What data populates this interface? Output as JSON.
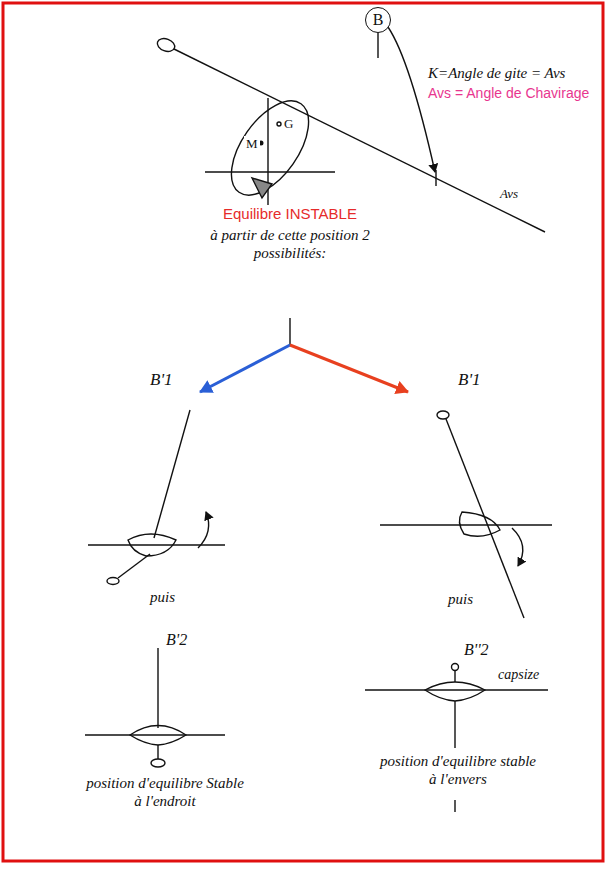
{
  "diagram": {
    "nodes": [
      {
        "text": [
          "B"
        ]
      }
    ],
    "labels": [
      "K=Angle de gite = Avs",
      "Avs = Angle de Chavirage",
      "G",
      "M",
      "Avs",
      "Equilibre INSTABLE",
      "à partir de cette position 2 possibilités:",
      "B'1",
      "B'1",
      "puis",
      "puis",
      "B'2",
      "B''2",
      "capsize",
      "position d'equilibre Stable à l'endroit",
      "position d'equilibre stable à l'envers"
    ]
  }
}
